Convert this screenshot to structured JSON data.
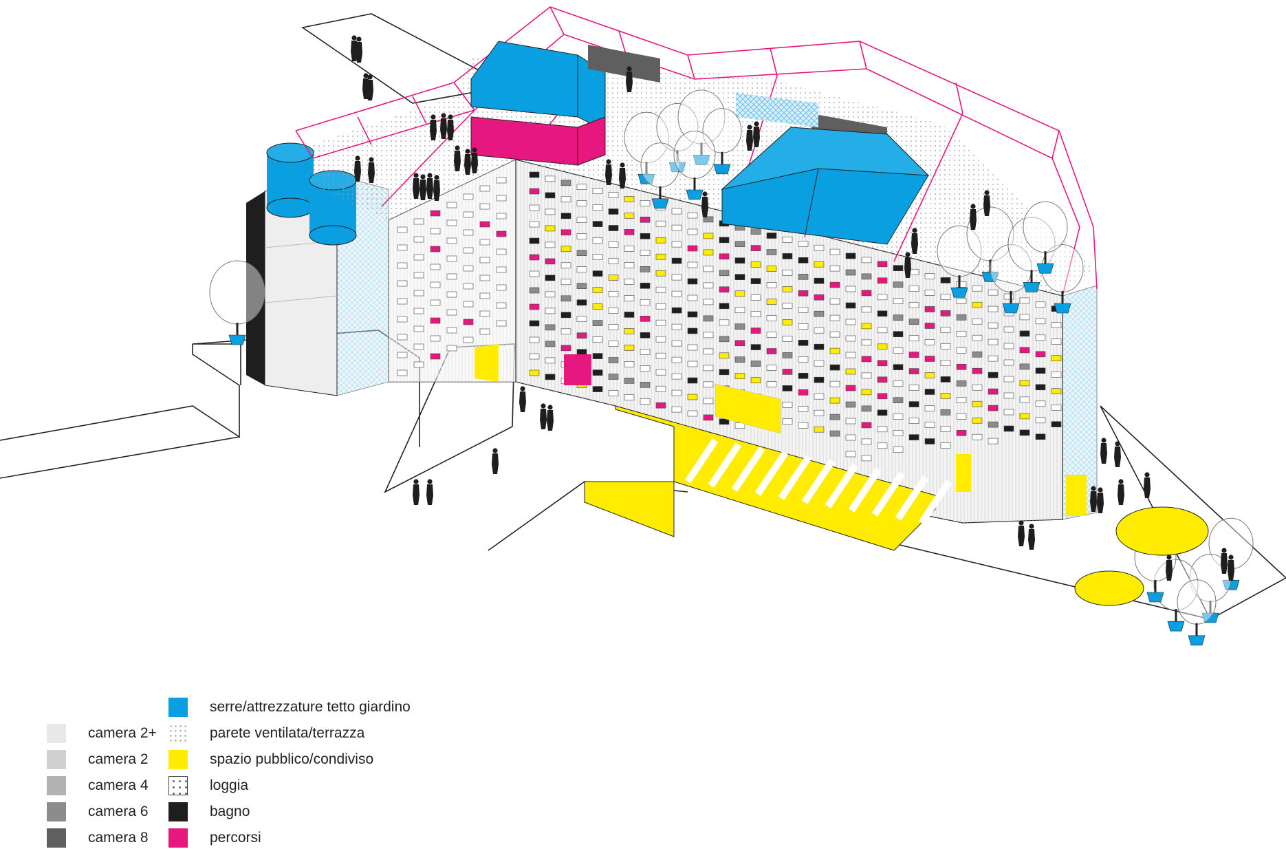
{
  "colors": {
    "blue": "#0a9fe0",
    "magenta": "#e6177f",
    "yellow": "#ffec00",
    "black": "#1e1e1e",
    "facade": "#f4f4f4",
    "line": "#222222"
  },
  "legend": {
    "left": [
      {
        "label": "camera 2+",
        "color": "#e8e8e8",
        "pattern": "solid"
      },
      {
        "label": "camera 2",
        "color": "#d0d0d0",
        "pattern": "solid"
      },
      {
        "label": "camera 4",
        "color": "#b2b2b2",
        "pattern": "solid"
      },
      {
        "label": "camera 6",
        "color": "#8c8c8c",
        "pattern": "solid"
      },
      {
        "label": "camera 8",
        "color": "#5f5f5f",
        "pattern": "solid"
      }
    ],
    "right": [
      {
        "label": "serre/attrezzature tetto giardino",
        "color": "#0a9fe0",
        "pattern": "solid"
      },
      {
        "label": "parete ventilata/terrazza",
        "color": "#ffffff",
        "pattern": "dots"
      },
      {
        "label": "spazio pubblico/condiviso",
        "color": "#ffec00",
        "pattern": "solid"
      },
      {
        "label": "loggia",
        "color": "#ffffff",
        "pattern": "loggia"
      },
      {
        "label": "bagno",
        "color": "#1e1e1e",
        "pattern": "solid"
      },
      {
        "label": "percorsi",
        "color": "#e6177f",
        "pattern": "solid"
      }
    ]
  }
}
